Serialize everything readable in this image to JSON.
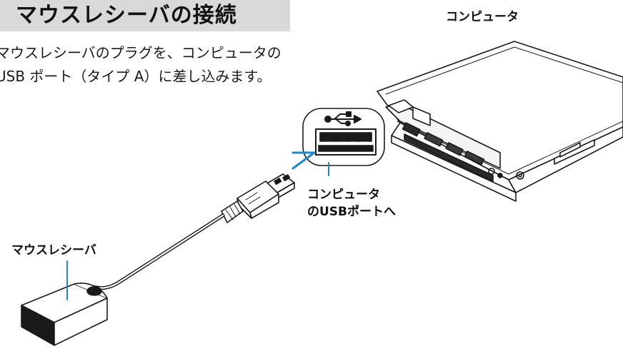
{
  "section": {
    "title": "マウスレシーバの接続",
    "instruction_line1": "マウスレシーバのプラグを、コンピュータの",
    "instruction_line2": "USB ポート（タイプ A）に差し込みます。"
  },
  "callouts": {
    "computer": "コンピュータ",
    "usb_port_line1": "コンピュータ",
    "usb_port_line2": "のUSBポートへ",
    "mouse_receiver": "マウスレシーバ"
  },
  "colors": {
    "title_bar": "#d9d9d9",
    "arrow_blue": "#1e88c8",
    "line_art": "#1a1a1a"
  },
  "icons": [
    "usb-symbol-icon"
  ]
}
